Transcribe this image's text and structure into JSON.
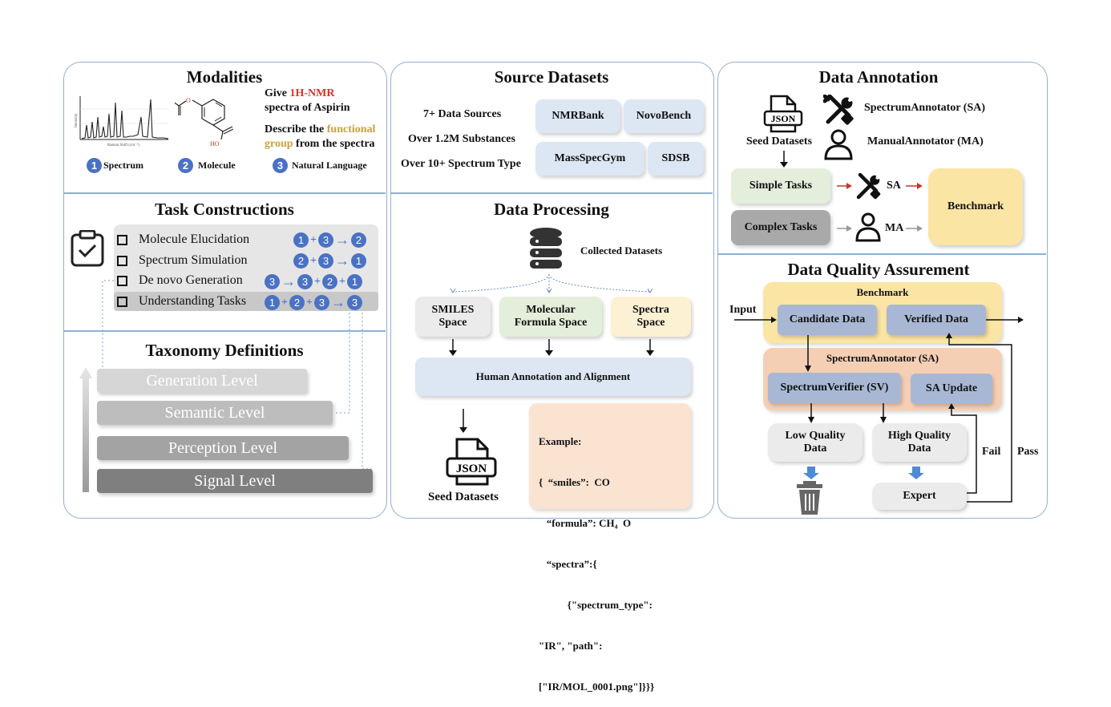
{
  "modalities": {
    "title": "Modalities",
    "nmr_prompt": {
      "line1_prefix": "Give ",
      "line1_highlight": "1H-NMR",
      "line2": "spectra of Aspirin"
    },
    "fg_prompt": {
      "prefix": "Describe the ",
      "highlight1": "functional",
      "highlight2": "group",
      "suffix": " from the spectra"
    },
    "plot_xlabel": "Raman Shift (cm⁻¹)",
    "plot_ylabel": "Intensity",
    "oh_label": "HO",
    "items": [
      {
        "num": "1",
        "label": "Spectrum"
      },
      {
        "num": "2",
        "label": "Molecule"
      },
      {
        "num": "3",
        "label": "Natural Language"
      }
    ]
  },
  "tasks": {
    "title": "Task Constructions",
    "rows": [
      {
        "label": "Molecule Elucidation",
        "seq": [
          "1",
          "+",
          "3",
          "→",
          "2"
        ]
      },
      {
        "label": "Spectrum Simulation",
        "seq": [
          "2",
          "+",
          "3",
          "→",
          "1"
        ]
      },
      {
        "label": "De novo Generation",
        "seq": [
          "3",
          "→",
          "3",
          "+",
          "2",
          "+",
          "1"
        ]
      },
      {
        "label": "Understanding Tasks",
        "seq": [
          "1",
          "+",
          "2",
          "+",
          "3",
          "→",
          "3"
        ]
      }
    ]
  },
  "taxonomy": {
    "title": "Taxonomy Definitions",
    "levels": [
      "Generation Level",
      "Semantic Level",
      "Perception Level",
      "Signal Level"
    ]
  },
  "source": {
    "title": "Source Datasets",
    "stats": [
      "7+ Data Sources",
      "Over 1.2M Substances",
      "Over 10+ Spectrum Type"
    ],
    "datasets": [
      "NMRBank",
      "NovoBench",
      "MassSpecGym",
      "SDSB"
    ]
  },
  "processing": {
    "title": "Data Processing",
    "collected": "Collected Datasets",
    "spaces": [
      {
        "line1": "SMILES",
        "line2": "Space"
      },
      {
        "line1": "Molecular",
        "line2": "Formula Space"
      },
      {
        "line1": "Spectra",
        "line2": "Space"
      }
    ],
    "alignment": "Human Annotation and Alignment",
    "seed": "Seed Datasets",
    "json_label": "JSON",
    "example_lines": [
      "Example:",
      "{  “smiles”:  CO",
      "   “formula”: CH₄  O",
      "   “spectra”:{",
      "           {\"spectrum_type\":",
      "\"IR\", \"path\":",
      "[\"IR/MOL_0001.png\"]}}}"
    ]
  },
  "annotation": {
    "title": "Data Annotation",
    "seed": "Seed Datasets",
    "json_label": "JSON",
    "sa_label": "SpectrumAnnotator (SA)",
    "ma_label": "ManualAnnotator (MA)",
    "simple": "Simple Tasks",
    "complex": "Complex Tasks",
    "sa_short": "SA",
    "ma_short": "MA",
    "benchmark": "Benchmark"
  },
  "quality": {
    "title": "Data Quality Assurement",
    "benchmark": "Benchmark",
    "input": "Input",
    "candidate": "Candidate Data",
    "verified": "Verified Data",
    "sa_group": "SpectrumAnnotator (SA)",
    "verifier": "SpectrumVerifier (SV)",
    "sa_update": "SA Update",
    "low": {
      "line1": "Low Quality",
      "line2": "Data"
    },
    "high": {
      "line1": "High Quality",
      "line2": "Data"
    },
    "expert": "Expert",
    "fail": "Fail",
    "pass": "Pass"
  },
  "colors": {
    "panel_border": "#8fb0d3",
    "circle_blue": "#4a72c4",
    "nmr_red": "#e0302a",
    "fg_gold": "#c9a13b",
    "dataset_box": "#dde6f3",
    "simple_green": "#e3efdb",
    "complex_gray": "#a9a9a9",
    "benchmark_yellow": "#fbe5a4",
    "sa_orange": "#f5cfb4",
    "node_blue": "#a8b8d4",
    "example_peach": "#fbe3d2"
  }
}
